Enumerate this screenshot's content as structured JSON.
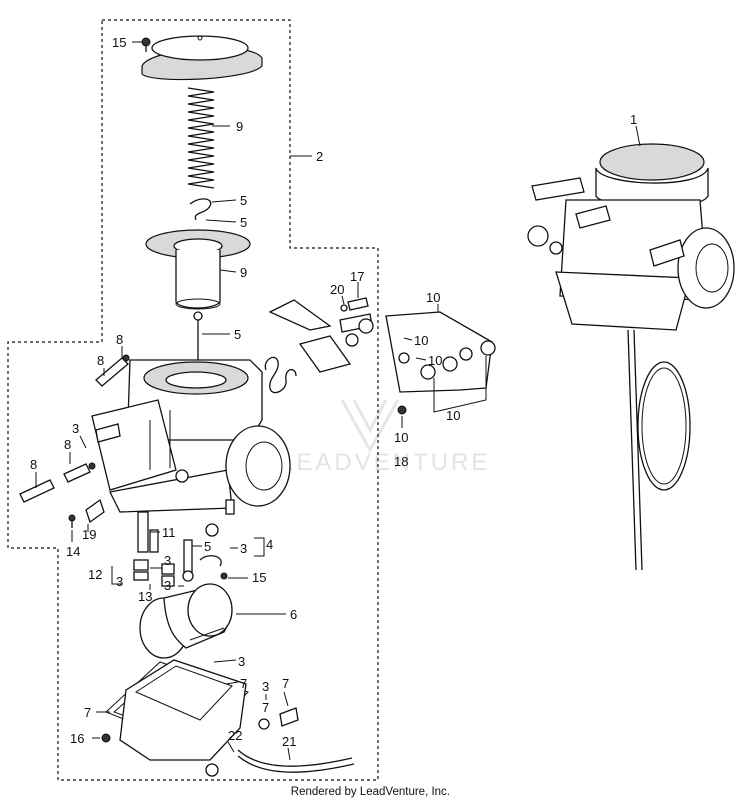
{
  "watermark": "LEADVENTURE",
  "footer": "Rendered by LeadVenture, Inc.",
  "callouts": [
    "15",
    "9",
    "2",
    "5",
    "5",
    "9",
    "5",
    "8",
    "8",
    "8",
    "8",
    "3",
    "14",
    "19",
    "11",
    "5",
    "3",
    "4",
    "12",
    "3",
    "3",
    "3",
    "13",
    "15",
    "6",
    "17",
    "20",
    "10",
    "10",
    "10",
    "10",
    "10",
    "18",
    "1",
    "3",
    "7",
    "7",
    "3",
    "7",
    "7",
    "16",
    "22",
    "21"
  ]
}
